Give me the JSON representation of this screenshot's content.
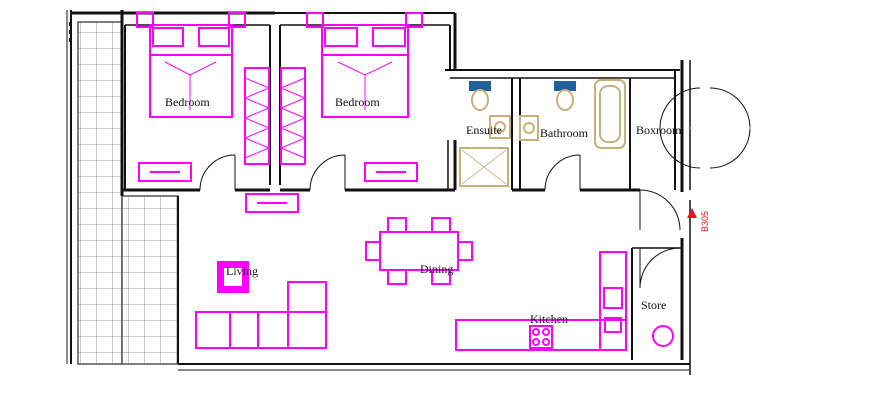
{
  "rooms": {
    "bedroom_1": "Bedroom",
    "bedroom_2": "Bedroom",
    "ensuite": "Ensuite",
    "bathroom": "Bathroom",
    "boxroom": "Boxroom",
    "living": "Living",
    "dining": "Dining",
    "kitchen": "Kitchen",
    "store": "Store"
  },
  "unit_tag": "B305",
  "colors": {
    "wall": "#111111",
    "furniture": "#ff00ff",
    "sanitary": "#c8b07a",
    "tap": "#1f5f9a",
    "tag": "#e8141a",
    "balcony": "#9a9a9a"
  }
}
